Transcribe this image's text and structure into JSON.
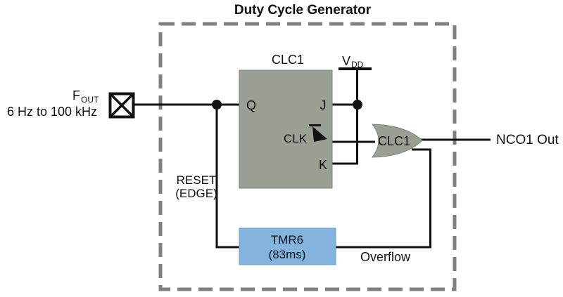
{
  "title": "Duty Cycle Generator",
  "colors": {
    "block_fill": "#9a9f94",
    "timer_fill": "#82b4de",
    "timer_edge": "#6aa2d4",
    "block_edge": "#7e8378",
    "border": "#808080",
    "wire": "#111111"
  },
  "source": {
    "label_main": "F",
    "label_sub": "OUT",
    "range": "6 Hz to 100 kHz"
  },
  "flip_flop": {
    "title": "CLC1",
    "pin_q": "Q",
    "pin_j": "J",
    "pin_clk": "CLK",
    "pin_k": "K"
  },
  "power": {
    "label_main": "V",
    "label_sub": "DD"
  },
  "or_gate": {
    "label": "CLC1"
  },
  "timer": {
    "line1": "TMR6",
    "line2": "(83ms)"
  },
  "overflow_label": "Overflow",
  "reset_label": {
    "line1": "RESET",
    "line2": "(EDGE)"
  },
  "output_label": "NCO1 Out"
}
